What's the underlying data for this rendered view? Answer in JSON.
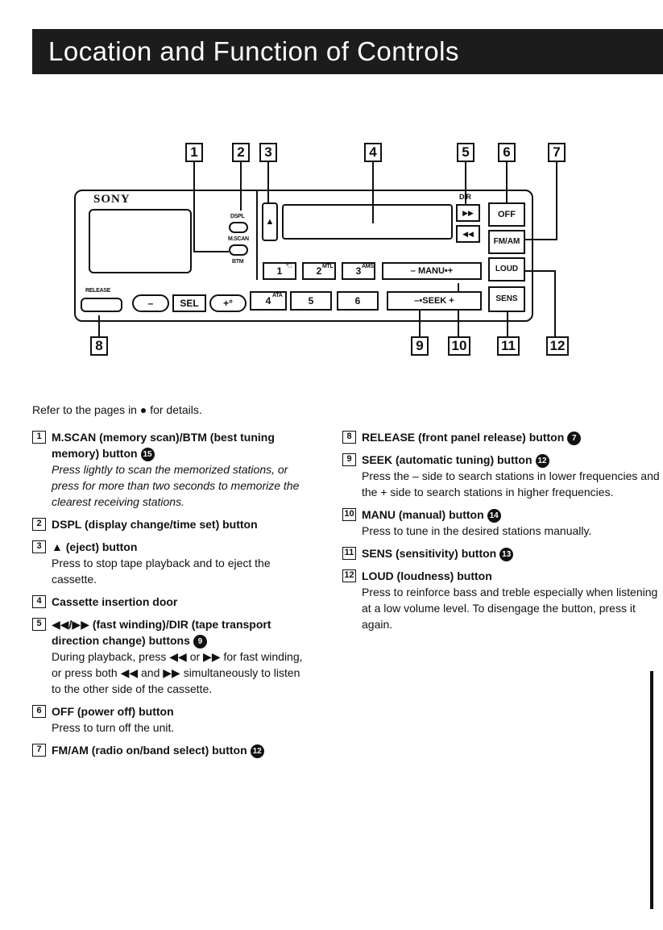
{
  "title": "Location and Function of Controls",
  "diagram": {
    "brand": "SONY",
    "callouts": [
      "1",
      "2",
      "3",
      "4",
      "5",
      "6",
      "7",
      "8",
      "9",
      "10",
      "11",
      "12"
    ],
    "labels": {
      "dspl": "DSPL",
      "mscan": "M.SCAN",
      "btm": "BTM",
      "release": "RELEASE",
      "dir": "DIR",
      "off": "OFF",
      "fmam": "FM/AM",
      "loud": "LOUD",
      "sens": "SENS",
      "minus": "–",
      "sel": "SEL",
      "plus": "+°",
      "p1": "1",
      "p2": "2",
      "p3": "3",
      "p4": "4",
      "p5": "5",
      "p6": "6",
      "p1sub": "°□",
      "p2sub": "MTL",
      "p3sub": "AMS",
      "p4sub": "ATA",
      "manu": "–   MANU•+",
      "seek": "–•SEEK  +",
      "eject": "▲",
      "ff": "▶▶",
      "rew": "◀◀"
    }
  },
  "intro": "Refer to the pages in ● for details.",
  "items_left": [
    {
      "num": "1",
      "head": "M.SCAN (memory scan)/BTM (best tuning memory) button",
      "page": "15",
      "desc": "Press lightly to scan the memorized stations, or press for more than two seconds to memorize the clearest receiving stations.",
      "italic": true
    },
    {
      "num": "2",
      "head": "DSPL (display change/time set) button",
      "page": "",
      "desc": ""
    },
    {
      "num": "3",
      "head": "▲ (eject) button",
      "page": "",
      "desc": "Press to stop tape playback and to eject the cassette."
    },
    {
      "num": "4",
      "head": "Cassette insertion door",
      "page": "",
      "desc": ""
    },
    {
      "num": "5",
      "head": "◀◀/▶▶ (fast winding)/DIR (tape transport direction change) buttons",
      "page": "9",
      "desc": "During playback, press ◀◀ or ▶▶ for fast winding, or press both ◀◀ and ▶▶ simultaneously to listen to the other side of the cassette."
    },
    {
      "num": "6",
      "head": "OFF (power off) button",
      "page": "",
      "desc": "Press to turn off the unit."
    },
    {
      "num": "7",
      "head": "FM/AM (radio on/band select) button",
      "page": "12",
      "desc": ""
    }
  ],
  "items_right": [
    {
      "num": "8",
      "head": "RELEASE (front panel release) button",
      "page": "7",
      "desc": ""
    },
    {
      "num": "9",
      "head": "SEEK (automatic tuning) button",
      "page": "12",
      "desc": "Press the – side to search stations in lower frequencies and the + side to search stations in higher frequencies."
    },
    {
      "num": "10",
      "head": "MANU (manual) button",
      "page": "14",
      "desc": "Press to tune in the desired stations manually."
    },
    {
      "num": "11",
      "head": "SENS (sensitivity) button",
      "page": "13",
      "desc": ""
    },
    {
      "num": "12",
      "head": "LOUD (loudness) button",
      "page": "",
      "desc": "Press to reinforce bass and treble especially when listening at a low volume level. To disengage the button, press it again."
    }
  ]
}
